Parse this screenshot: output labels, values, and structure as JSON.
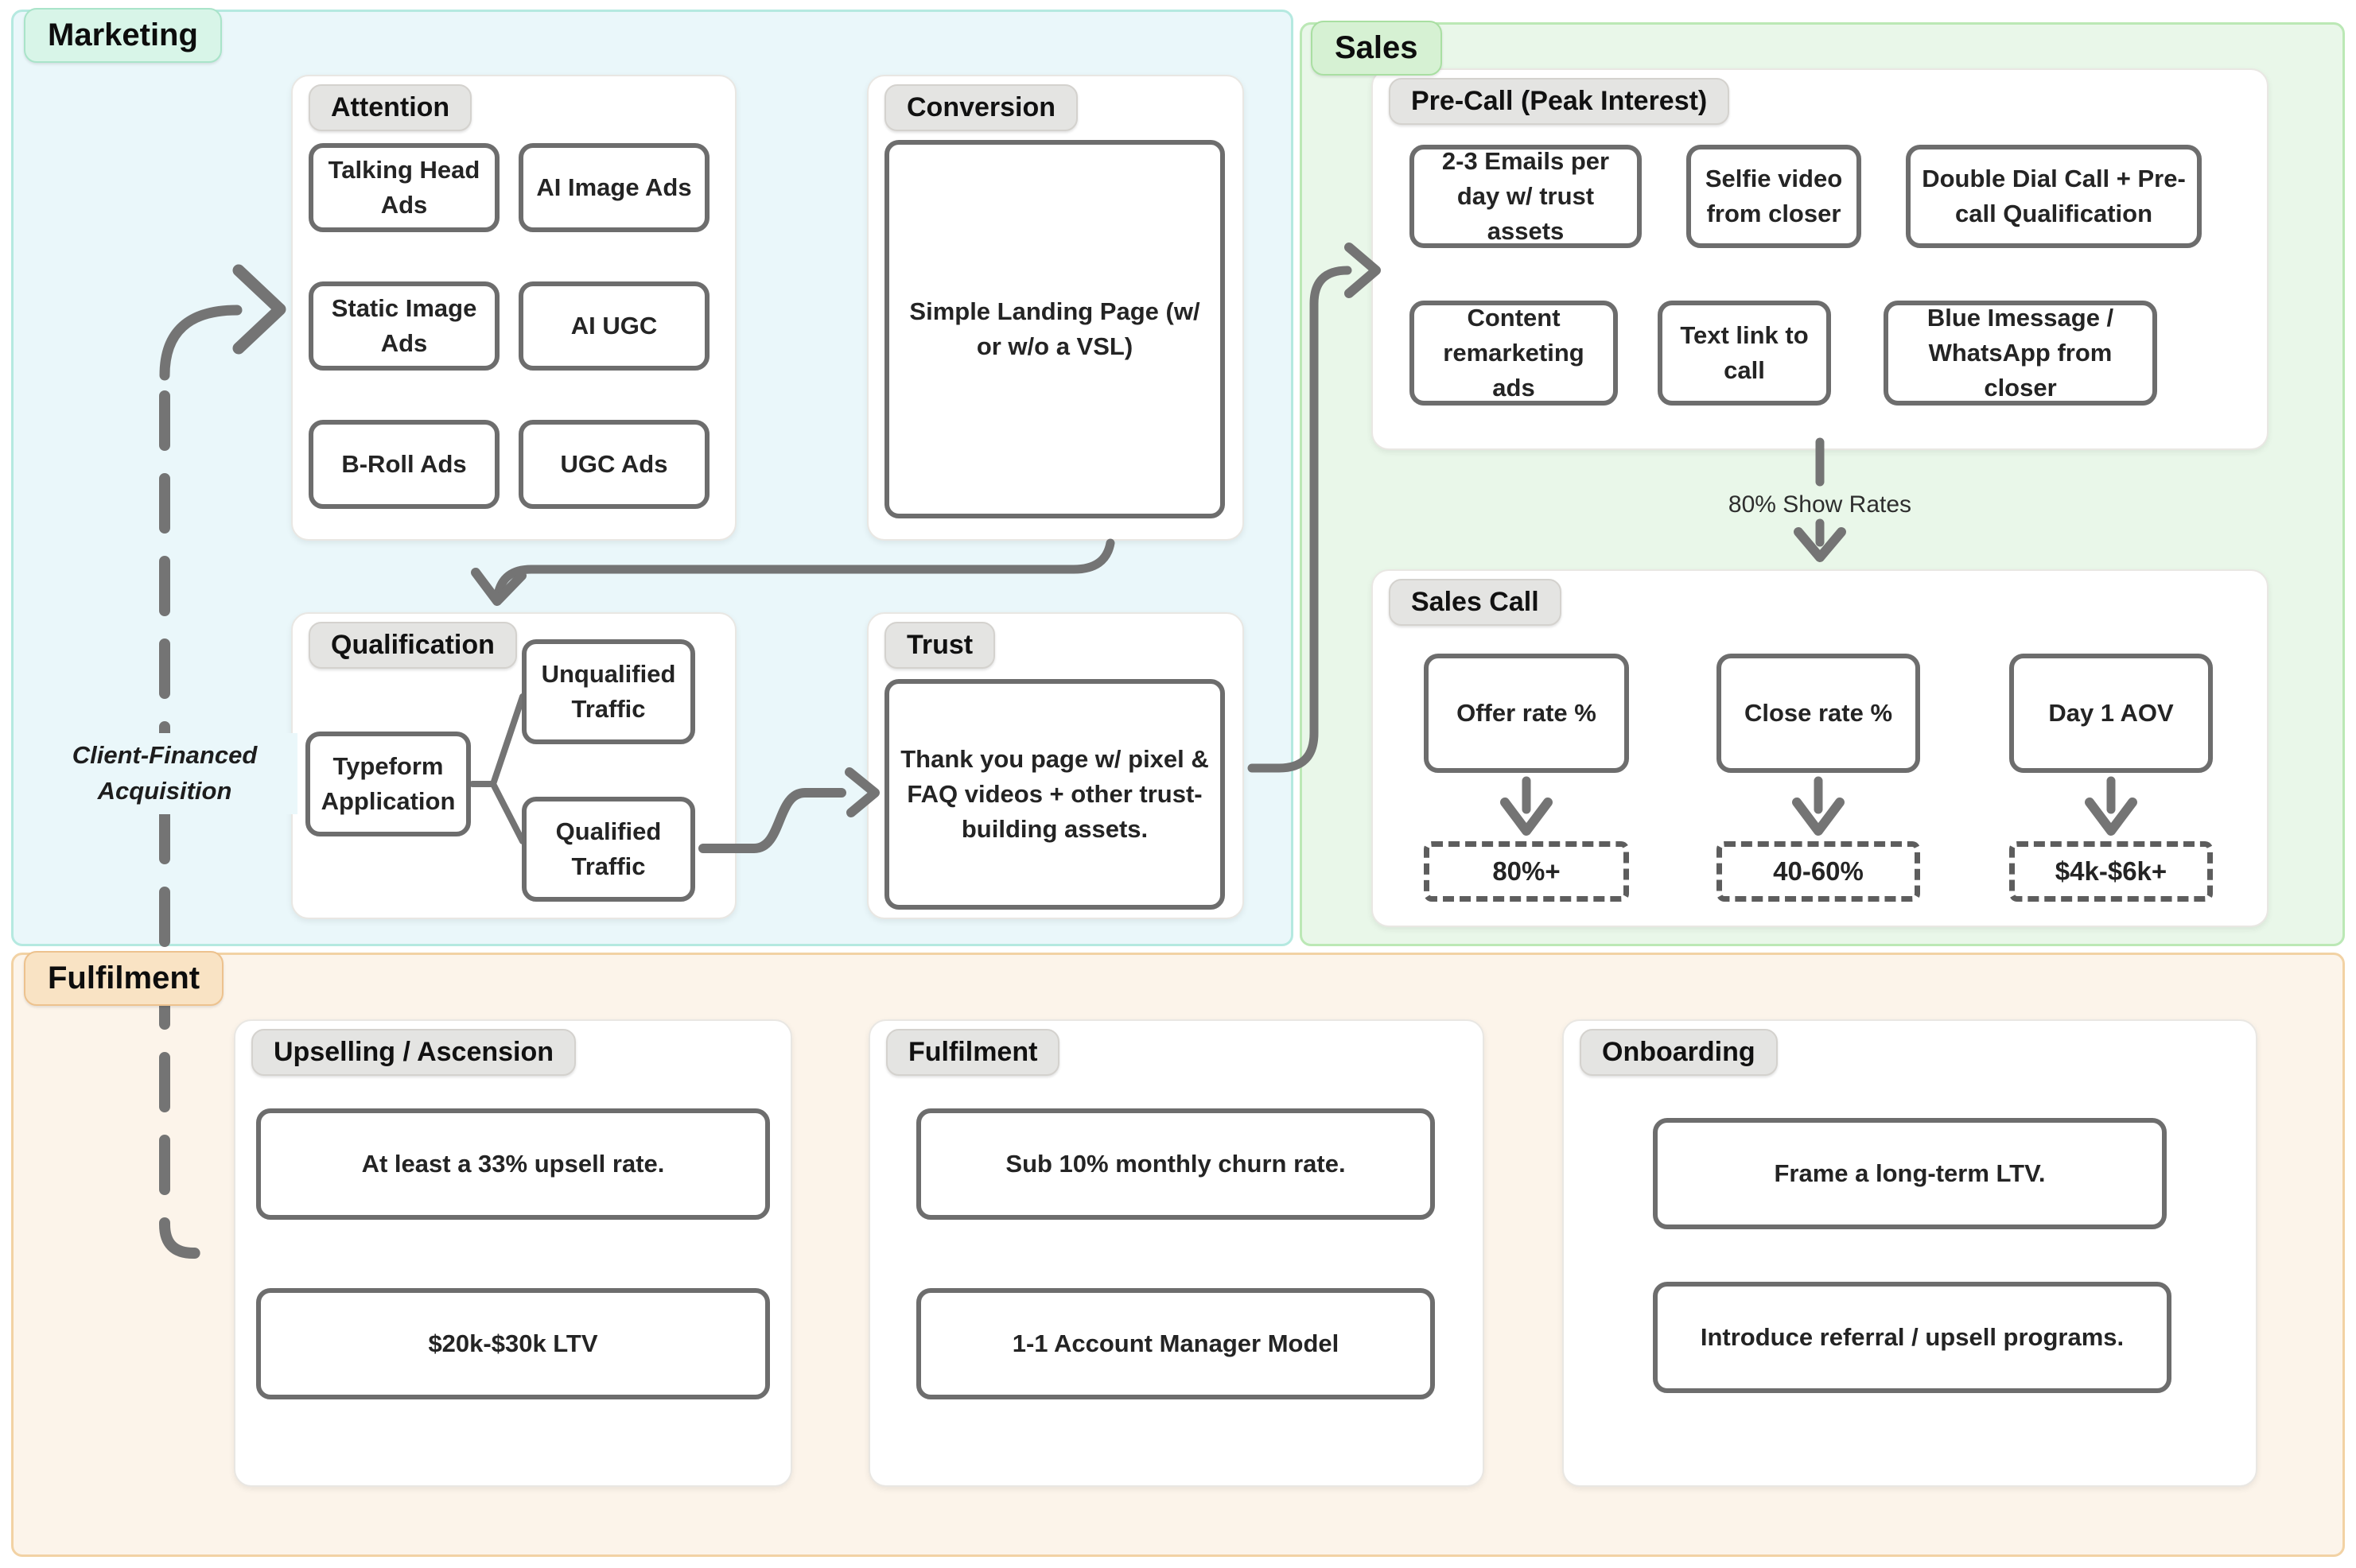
{
  "marketing": {
    "label": "Marketing",
    "cfa_note": "Client-Financed Acquisition",
    "attention": {
      "title": "Attention",
      "nodes": [
        "Talking Head Ads",
        "AI Image Ads",
        "Static Image Ads",
        "AI UGC",
        "B-Roll Ads",
        "UGC Ads"
      ]
    },
    "conversion": {
      "title": "Conversion",
      "landing_page": "Simple Landing Page (w/ or w/o a VSL)"
    },
    "qualification": {
      "title": "Qualification",
      "typeform": "Typeform Application",
      "unqualified": "Unqualified Traffic",
      "qualified": "Qualified Traffic"
    },
    "trust": {
      "title": "Trust",
      "thank_you_page": "Thank you page w/ pixel & FAQ videos + other trust-building assets."
    }
  },
  "sales": {
    "label": "Sales",
    "precall": {
      "title": "Pre-Call (Peak Interest)",
      "nodes": [
        "2-3 Emails per day w/ trust assets",
        "Selfie video from closer",
        "Double Dial Call + Pre-call Qualification",
        "Content remarketing ads",
        "Text link to call",
        "Blue Imessage / WhatsApp from closer"
      ]
    },
    "show_rates_note": "80% Show Rates",
    "salescall": {
      "title": "Sales Call",
      "metrics": [
        "Offer rate %",
        "Close rate %",
        "Day 1 AOV"
      ],
      "targets": [
        "80%+",
        "40-60%",
        "$4k-$6k+"
      ]
    }
  },
  "fulfilment": {
    "label": "Fulfilment",
    "upselling": {
      "title": "Upselling / Ascension",
      "nodes": [
        "At least a 33% upsell rate.",
        "$20k-$30k LTV"
      ]
    },
    "fulfilment_panel": {
      "title": "Fulfilment",
      "nodes": [
        "Sub 10% monthly churn rate.",
        "1-1 Account Manager Model"
      ]
    },
    "onboarding": {
      "title": "Onboarding",
      "nodes": [
        "Frame a long-term LTV.",
        "Introduce referral / upsell programs."
      ]
    }
  },
  "colors": {
    "connector_line": "#747474",
    "node_border": "#6d6d6d",
    "marketing_bg": "#eaf7fa",
    "sales_bg": "#e9f7e9",
    "fulfilment_bg": "#fcf4ea",
    "marketing_label_bg": "#d8f5e8",
    "sales_label_bg": "#d6f1d3",
    "fulfilment_label_bg": "#f9e3c4"
  }
}
